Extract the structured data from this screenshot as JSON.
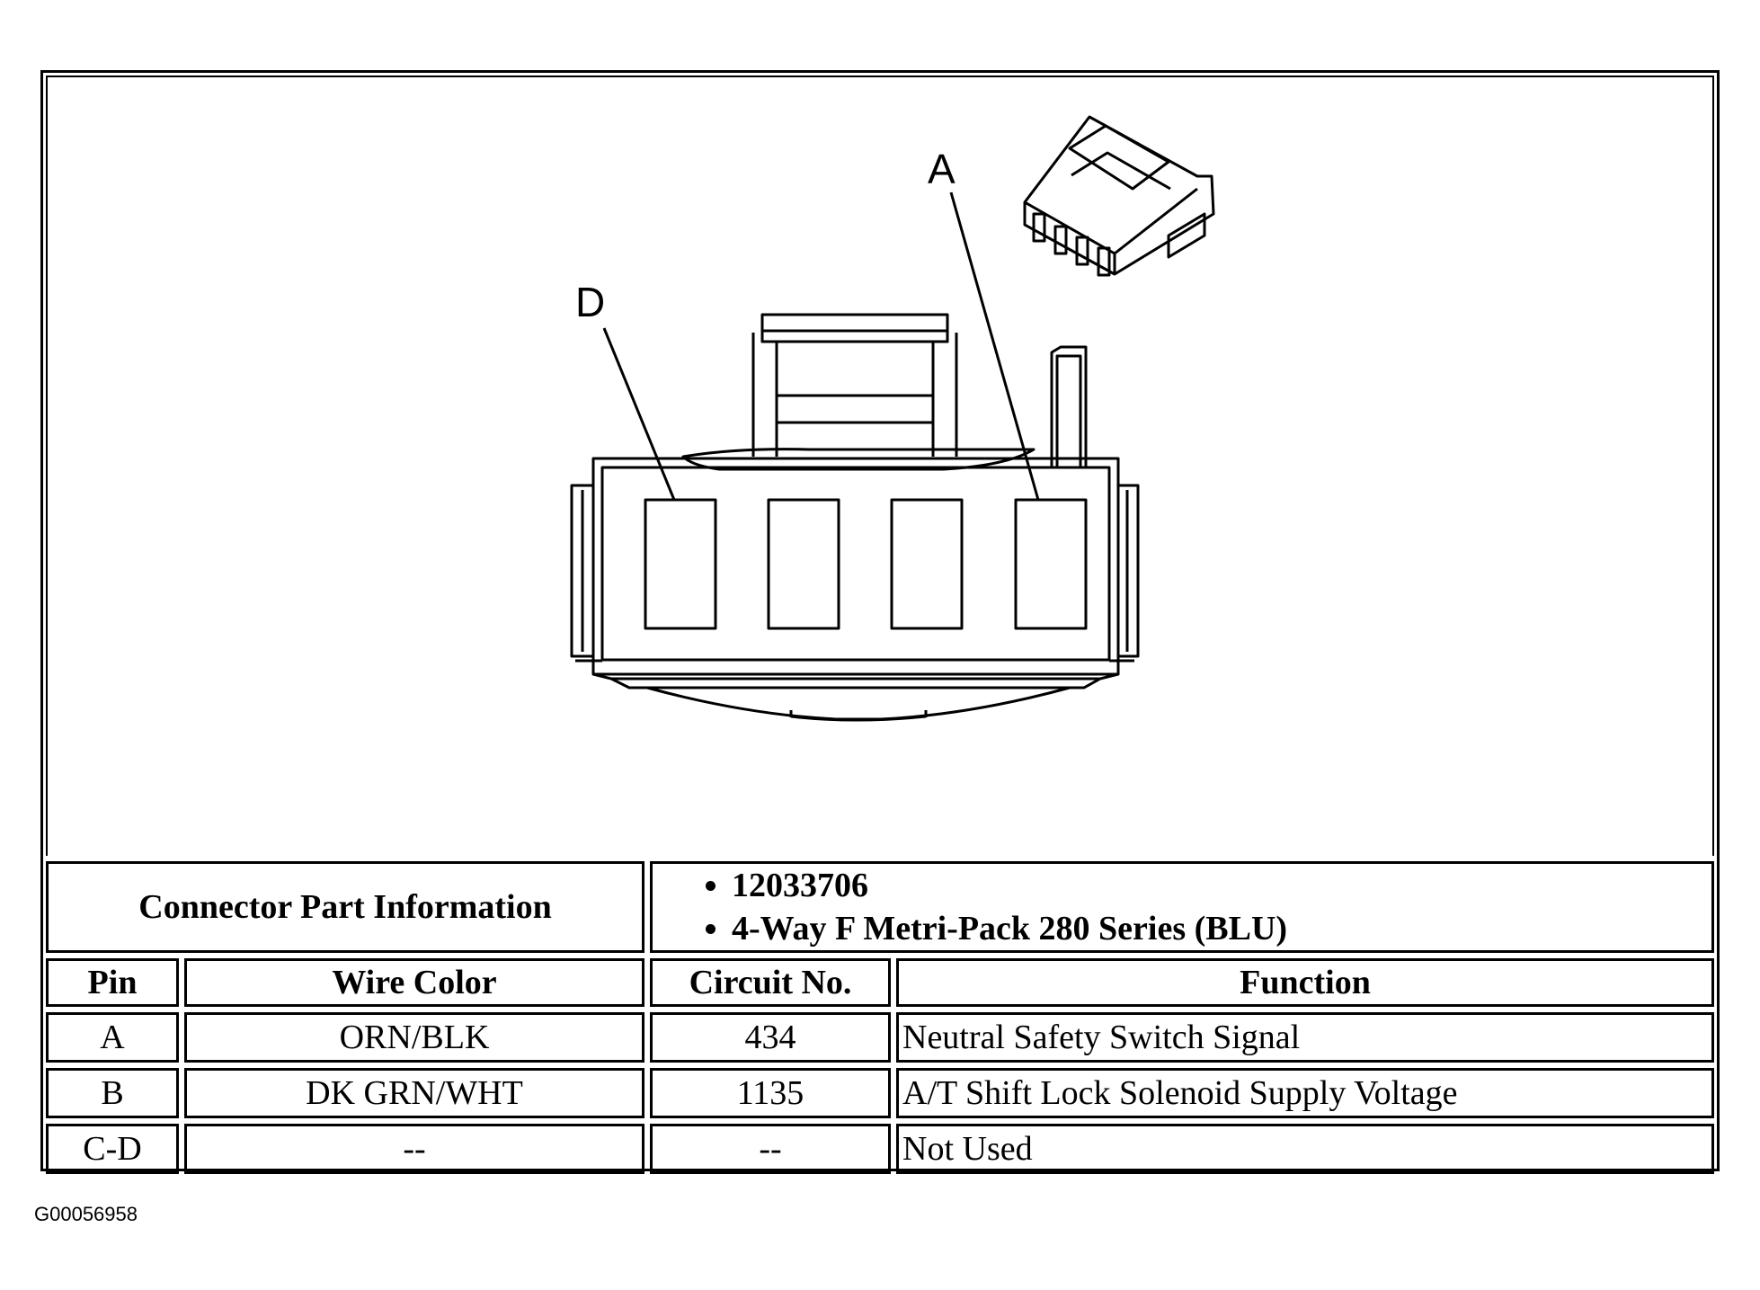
{
  "diagram": {
    "pin_labels": [
      "A",
      "D"
    ]
  },
  "connector": {
    "info_label": "Connector Part Information",
    "info_items": [
      "12033706",
      "4-Way F Metri-Pack 280 Series (BLU)"
    ]
  },
  "table": {
    "headers": [
      "Pin",
      "Wire Color",
      "Circuit No.",
      "Function"
    ],
    "rows": [
      {
        "pin": "A",
        "wire_color": "ORN/BLK",
        "circuit": "434",
        "function": "Neutral Safety Switch Signal"
      },
      {
        "pin": "B",
        "wire_color": "DK GRN/WHT",
        "circuit": "1135",
        "function": "A/T Shift Lock Solenoid Supply Voltage"
      },
      {
        "pin": "C-D",
        "wire_color": "--",
        "circuit": "--",
        "function": "Not Used"
      }
    ]
  },
  "caption": "G00056958"
}
